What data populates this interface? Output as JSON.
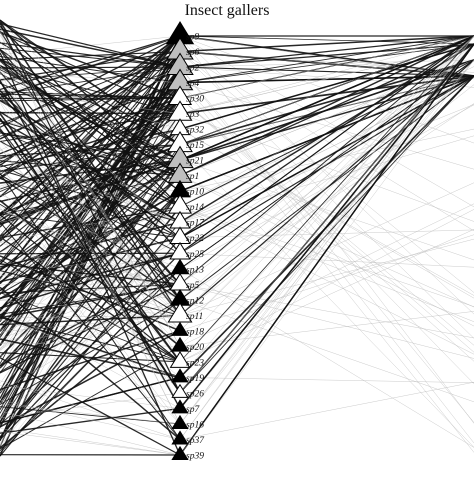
{
  "title": "Insect gallers",
  "colors": {
    "black": "#000000",
    "grey": "#bfbfbf",
    "white": "#ffffff",
    "strong_link": "#111111",
    "weak_link": "#b5b5b5"
  },
  "nodes": [
    {
      "label": "sp9",
      "fill": "black",
      "size": 1.0
    },
    {
      "label": "sp6",
      "fill": "grey",
      "size": 0.95
    },
    {
      "label": "sp2",
      "fill": "grey",
      "size": 0.95
    },
    {
      "label": "sp4",
      "fill": "grey",
      "size": 0.9
    },
    {
      "label": "sp30",
      "fill": "white",
      "size": 0.75
    },
    {
      "label": "sp3",
      "fill": "white",
      "size": 0.8
    },
    {
      "label": "sp32",
      "fill": "white",
      "size": 0.55
    },
    {
      "label": "sp15",
      "fill": "white",
      "size": 0.85
    },
    {
      "label": "sp21",
      "fill": "grey",
      "size": 0.95
    },
    {
      "label": "sp1",
      "fill": "grey",
      "size": 0.8
    },
    {
      "label": "sp10",
      "fill": "black",
      "size": 0.6
    },
    {
      "label": "sp14",
      "fill": "white",
      "size": 0.75
    },
    {
      "label": "sp17",
      "fill": "white",
      "size": 0.6
    },
    {
      "label": "sp22",
      "fill": "white",
      "size": 0.6
    },
    {
      "label": "sp25",
      "fill": "white",
      "size": 0.6
    },
    {
      "label": "sp13",
      "fill": "black",
      "size": 0.45
    },
    {
      "label": "sp5",
      "fill": "white",
      "size": 0.6
    },
    {
      "label": "sp12",
      "fill": "black",
      "size": 0.55
    },
    {
      "label": "sp11",
      "fill": "white",
      "size": 0.8
    },
    {
      "label": "sp18",
      "fill": "black",
      "size": 0.35
    },
    {
      "label": "sp20",
      "fill": "black",
      "size": 0.4
    },
    {
      "label": "sp23",
      "fill": "white",
      "size": 0.55
    },
    {
      "label": "sp19",
      "fill": "black",
      "size": 0.35
    },
    {
      "label": "sp26",
      "fill": "white",
      "size": 0.35
    },
    {
      "label": "sp7",
      "fill": "black",
      "size": 0.35
    },
    {
      "label": "sp16",
      "fill": "black",
      "size": 0.35
    },
    {
      "label": "sp37",
      "fill": "black",
      "size": 0.35
    },
    {
      "label": "sp39",
      "fill": "black",
      "size": 0.35
    }
  ]
}
